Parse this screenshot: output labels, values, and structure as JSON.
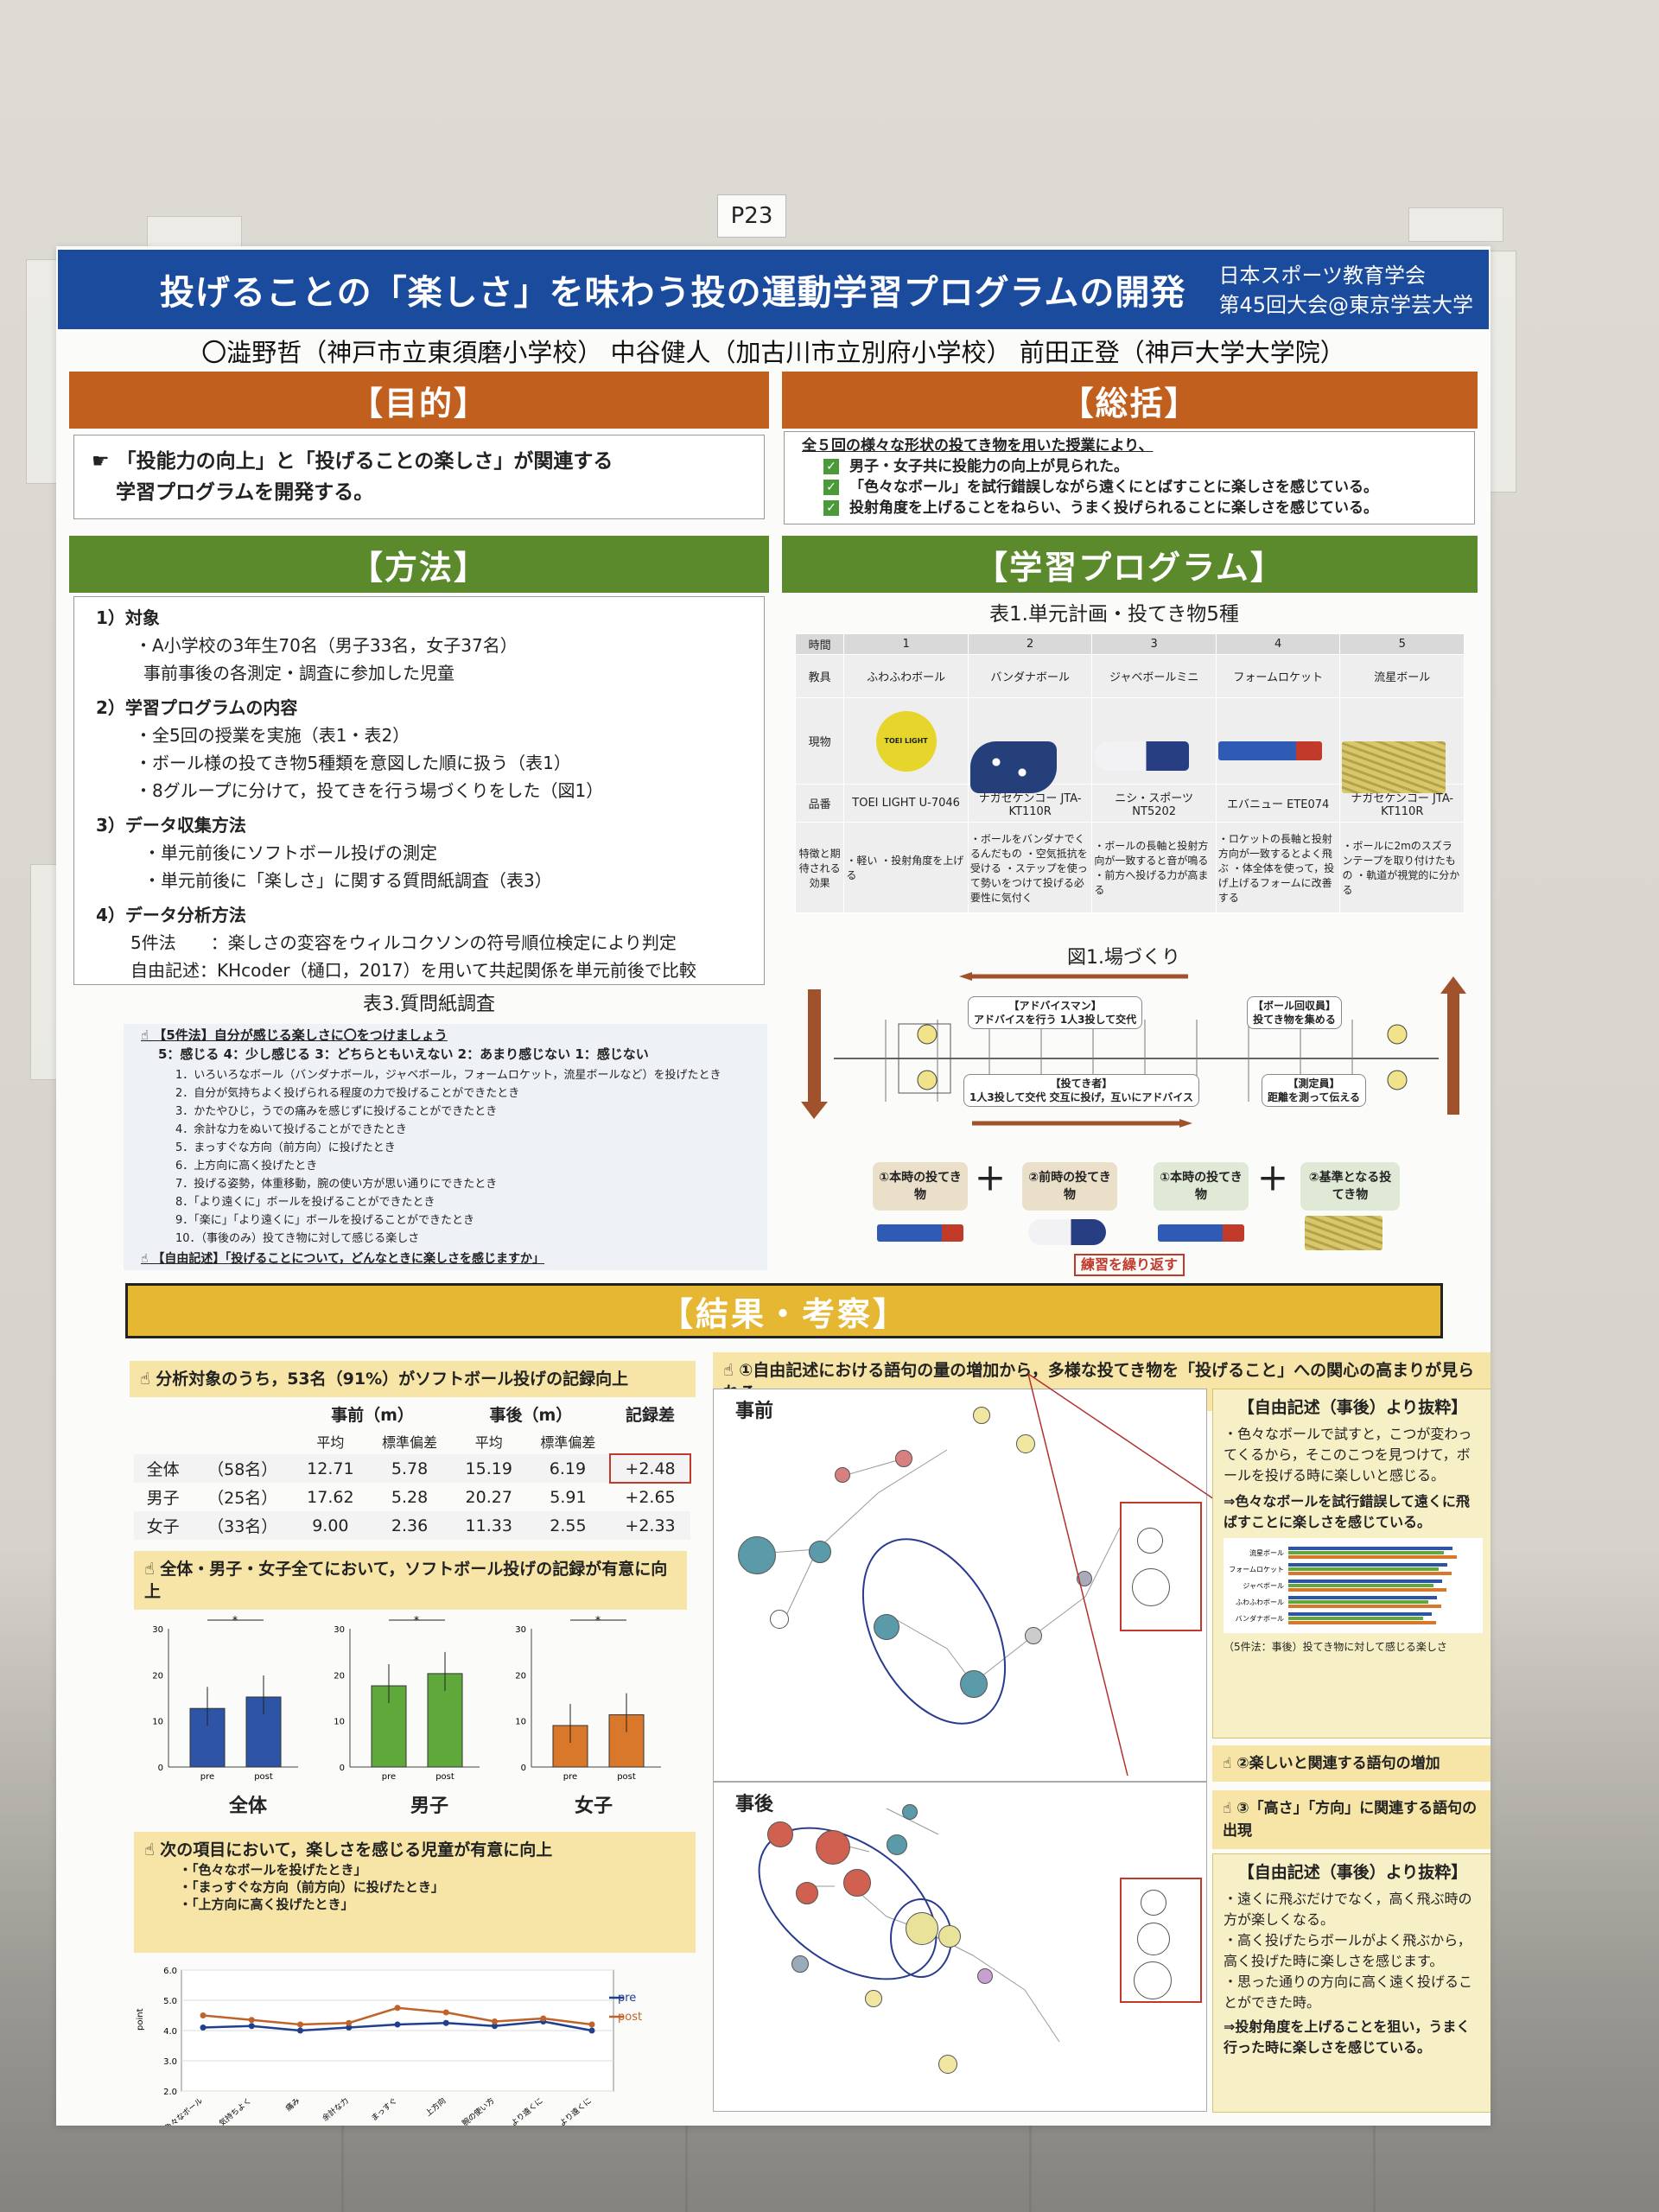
{
  "board_tag": "P23",
  "title": "投げることの「楽しさ」を味わう投の運動学習プログラムの開発",
  "org_line1": "日本スポーツ教育学会",
  "org_line2": "第45回大会@東京学芸大学",
  "authors": "〇澁野哲（神戸市立東須磨小学校） 中谷健人（加古川市立別府小学校） 前田正登（神戸大学大学院）",
  "purpose": {
    "head": "【目的】",
    "line1": "「投能力の向上」と「投げることの楽しさ」が関連する",
    "line2": "学習プログラムを開発する。"
  },
  "summary": {
    "head": "【総括】",
    "lead": "全５回の様々な形状の投てき物を用いた授業により、",
    "items": [
      "男子・女子共に投能力の向上が見られた。",
      "「色々なボール」を試行錯誤しながら遠くにとばすことに楽しさを感じている。",
      "投射角度を上げることをねらい、うまく投げられることに楽しさを感じている。"
    ]
  },
  "method": {
    "head": "【方法】",
    "lines": [
      "1）対象",
      "・A小学校の3年生70名（男子33名，女子37名）",
      "事前事後の各測定・調査に参加した児童",
      "2）学習プログラムの内容",
      "・全5回の授業を実施（表1・表2）",
      "・ボール様の投てき物5種類を意図した順に扱う（表1）",
      "・8グループに分けて，投てきを行う場づくりをした（図1）",
      "3）データ収集方法",
      "・単元前後にソフトボール投げの測定",
      "・単元前後に「楽しさ」に関する質問紙調査（表3）",
      "4）データ分析方法",
      "5件法　　：楽しさの変容をウィルコクソンの符号順位検定により判定",
      "自由記述：KHcoder（樋口，2017）を用いて共起関係を単元前後で比較"
    ]
  },
  "survey": {
    "title": "表3.質問紙調査",
    "head1": "【5件法】自分が感じる楽しさに〇をつけましょう",
    "scale": "5：感じる 4：少し感じる 3：どちらともいえない 2：あまり感じない 1：感じない",
    "items": [
      "1．いろいろなボール（バンダナボール，ジャベボール，フォームロケット，流星ボールなど）を投げたとき",
      "2．自分が気持ちよく投げられる程度の力で投げることができたとき",
      "3．かたやひじ，うでの痛みを感じずに投げることができたとき",
      "4．余計な力をぬいて投げることができたとき",
      "5．まっすぐな方向（前方向）に投げたとき",
      "6．上方向に高く投げたとき",
      "7．投げる姿勢，体重移動，腕の使い方が思い通りにできたとき",
      "8．「より遠くに」ボールを投げることができたとき",
      "9．「楽に」「より遠くに」ボールを投げることができたとき",
      "10．（事後のみ）投てき物に対して感じる楽しさ"
    ],
    "head2": "【自由記述】「投げることについて，どんなときに楽しさを感じますか」"
  },
  "program": {
    "head": "【学習プログラム】",
    "table_title": "表1.単元計画・投てき物5種",
    "row_labels": [
      "時間",
      "教具",
      "現物",
      "品番",
      "特徴と期待される効果"
    ],
    "cols": [
      {
        "n": "1",
        "tool": "ふわふわボール",
        "code": "TOEI LIGHT U-7046",
        "fx": "・軽い ・投射角度を上げる"
      },
      {
        "n": "2",
        "tool": "バンダナボール",
        "code": "ナガセケンコー JTA-KT110R",
        "fx": "・ボールをバンダナでくるんだもの ・空気抵抗を受ける ・ステップを使って勢いをつけて投げる必要性に気付く"
      },
      {
        "n": "3",
        "tool": "ジャベボールミニ",
        "code": "ニシ・スポーツ NT5202",
        "fx": "・ボールの長軸と投射方向が一致すると音が鳴る ・前方へ投げる力が高まる"
      },
      {
        "n": "4",
        "tool": "フォームロケット",
        "code": "エバニュー ETE074",
        "fx": "・ロケットの長軸と投射方向が一致するとよく飛ぶ ・体全体を使って，投げ上げるフォームに改善する"
      },
      {
        "n": "5",
        "tool": "流星ボール",
        "code": "ナガセケンコー JTA-KT110R",
        "fx": "・ボールに2mのスズランテープを取り付けたもの ・軌道が視覚的に分かる"
      }
    ],
    "ball_label": "TOEI LIGHT",
    "fig_title": "図1.場づくり",
    "advisor": "【アドバイスマン】",
    "advisor_sub": "アドバイスを行う 1人3投して交代",
    "collector": "【ボール回収員】",
    "collector_sub": "投てき物を集める",
    "thrower": "【投てき者】",
    "thrower_sub": "1人3投して交代 交互に投げ，互いにアドバイス",
    "measurer": "【測定員】",
    "measurer_sub": "距離を測って伝える",
    "step1": "①本時の投てき物",
    "step2": "②前時の投てき物",
    "step3": "①本時の投てき物",
    "step4": "②基準となる投てき物",
    "plus": "＋",
    "repeat": "練習を繰り返す"
  },
  "results": {
    "head": "【結果・考察】",
    "box1": "分析対象のうち，53名（91%）がソフトボール投げの記録向上",
    "stat_head": [
      "事前（m）",
      "事後（m）",
      "記録差"
    ],
    "stat_sub": [
      "平均",
      "標準偏差",
      "平均",
      "標準偏差"
    ],
    "stat_rows": [
      [
        "全体",
        "（58名）",
        "12.71",
        "5.78",
        "15.19",
        "6.19",
        "+2.48"
      ],
      [
        "男子",
        "（25名）",
        "17.62",
        "5.28",
        "20.27",
        "5.91",
        "+2.65"
      ],
      [
        "女子",
        "（33名）",
        "9.00",
        "2.36",
        "11.33",
        "2.55",
        "+2.33"
      ]
    ],
    "box2": "全体・男子・女子全てにおいて，ソフトボール投げの記録が有意に向上",
    "bar_labels": [
      "全体",
      "男子",
      "女子"
    ],
    "box3": "次の項目において，楽しさを感じる児童が有意に向上",
    "box3_items": [
      "・「色々なボールを投げたとき」",
      "・「まっすぐな方向（前方向）に投げたとき」",
      "・「上方向に高く投げたとき」"
    ],
    "free_head": "①自由記述における語句の量の増加から，多様な投てき物を「投げること」への関心の高まりが見られる",
    "pre": "事前",
    "post": "事後",
    "excerpt_head": "【自由記述（事後）より抜粋】",
    "excerpt1": "・色々なボールで試すと，こつが変わってくるから，そこのこつを見つけて，ボールを投げる時に楽しいと感じる。",
    "excerpt1b": "⇒色々なボールを試行錯誤して遠くに飛ばすことに楽しさを感じている。",
    "bar5_caption": "（5件法：事後）投てき物に対して感じる楽しさ",
    "bar5_cats": [
      "流星ボール",
      "フォームロケット",
      "ジャベボール",
      "ふわふわボール",
      "バンダナボール"
    ],
    "point2": "②楽しいと関連する語句の増加",
    "point3": "③「高さ」「方向」に関連する語句の出現",
    "excerpt2_head": "【自由記述（事後）より抜粋】",
    "excerpt2": [
      "・遠くに飛ぶだけでなく，高く飛ぶ時の方が楽しくなる。",
      "・高く投げたらボールがよく飛ぶから，高く投げた時に楽しさを感じます。",
      "・思った通りの方向に高く遠く投げることができた時。"
    ],
    "excerpt2_end": "⇒投射角度を上げることを狙い，うまく行った時に楽しさを感じている。",
    "line_legend": [
      "pre",
      "post"
    ],
    "line_x": [
      "色々なボール",
      "気持ちよく",
      "痛み",
      "余計な力",
      "まっすぐ",
      "上方向",
      "腕の使い方",
      "より遠くに",
      "楽に・より遠くに"
    ]
  },
  "chart_data": [
    {
      "type": "bar",
      "title": "全体",
      "categories": [
        "pre",
        "post"
      ],
      "values": [
        12.71,
        15.19
      ],
      "ylim": [
        0,
        30
      ]
    },
    {
      "type": "bar",
      "title": "男子",
      "categories": [
        "pre",
        "post"
      ],
      "values": [
        17.62,
        20.27
      ],
      "ylim": [
        0,
        30
      ]
    },
    {
      "type": "bar",
      "title": "女子",
      "categories": [
        "pre",
        "post"
      ],
      "values": [
        9.0,
        11.33
      ],
      "ylim": [
        0,
        30
      ]
    },
    {
      "type": "line",
      "categories": [
        "色々なボール",
        "気持ちよく",
        "痛み",
        "余計な力",
        "まっすぐ",
        "上方向",
        "腕の使い方",
        "より遠くに",
        "楽に・より遠くに"
      ],
      "series": [
        {
          "name": "pre",
          "values": [
            4.1,
            4.15,
            4.0,
            4.1,
            4.2,
            4.25,
            4.15,
            4.3,
            4.0
          ]
        },
        {
          "name": "post",
          "values": [
            4.5,
            4.35,
            4.2,
            4.25,
            4.75,
            4.6,
            4.3,
            4.4,
            4.2
          ]
        }
      ],
      "ylim": [
        2.0,
        6.0
      ],
      "ylabel": "point"
    }
  ]
}
